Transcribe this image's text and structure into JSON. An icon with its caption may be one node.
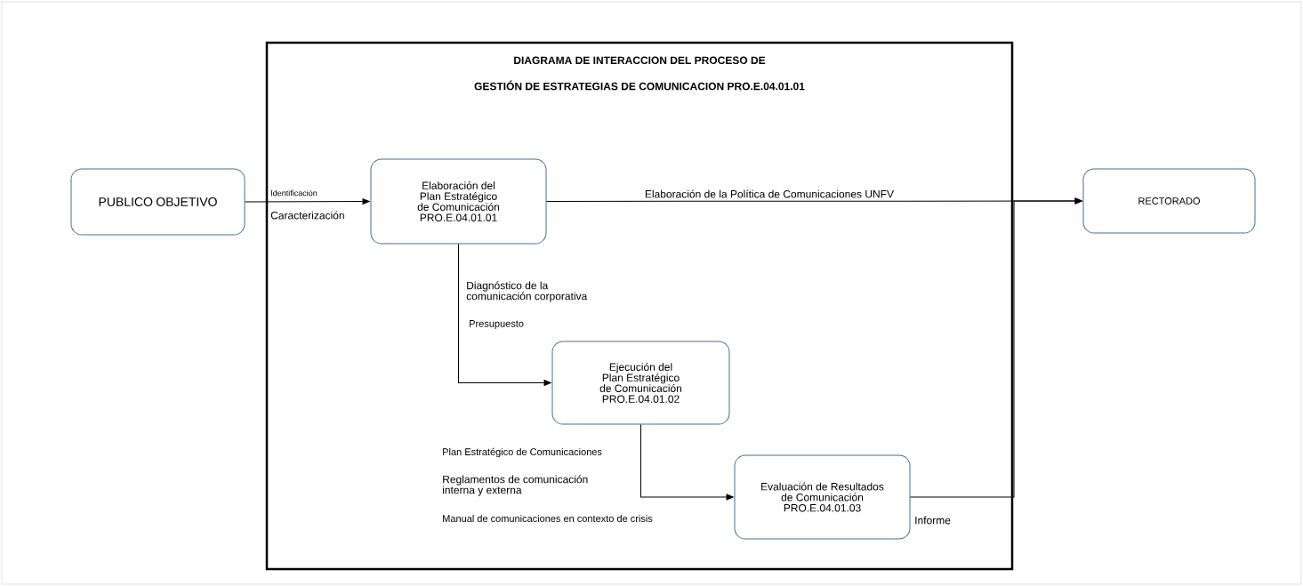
{
  "diagram": {
    "nodes": [
      {
        "text": [
          "PUBLICO OBJETIVO"
        ]
      },
      {
        "text": [
          "DIAGRAMA DE INTERACCION DEL PROCESO DE",
          "GESTIÓN DE ESTRATEGIAS DE COMUNICACION PRO.E.04.01.01"
        ]
      },
      {
        "text": [
          "Elaboración del Plan Estratégico de Comunicación PRO.E.04.01.01"
        ],
        "in": 1
      },
      {
        "text": [
          "Ejecución del Plan Estratégico de Comunicación PRO.E.04.01.02"
        ],
        "in": 1
      },
      {
        "text": [
          "Evaluación de Resultados de Comunicación PRO.E.04.01.03"
        ],
        "in": 1
      },
      {
        "text": [
          "RECTORADO"
        ]
      }
    ],
    "edges": [
      {
        "from": 0,
        "to": 2,
        "arrow": "to",
        "label": "Identificación"
      },
      {
        "from": 2,
        "to": 5,
        "arrow": "to",
        "label": "Elaboración de la Política de Comunicaciones UNFV"
      },
      {
        "from": 2,
        "to": 3,
        "arrow": "to"
      },
      {
        "from": 3,
        "to": 4,
        "arrow": "to"
      },
      {
        "from": 4,
        "to": 5,
        "arrow": "to",
        "label": "Informe"
      }
    ],
    "labels": [
      "Caracterización",
      "Diagnóstico de la comunicación corporativa",
      "Presupuesto",
      "Plan Estratégico de Comunicaciones",
      "Reglamentos de comunicación interna y externa",
      "Manual de comunicaciones en contexto de crisis"
    ]
  }
}
